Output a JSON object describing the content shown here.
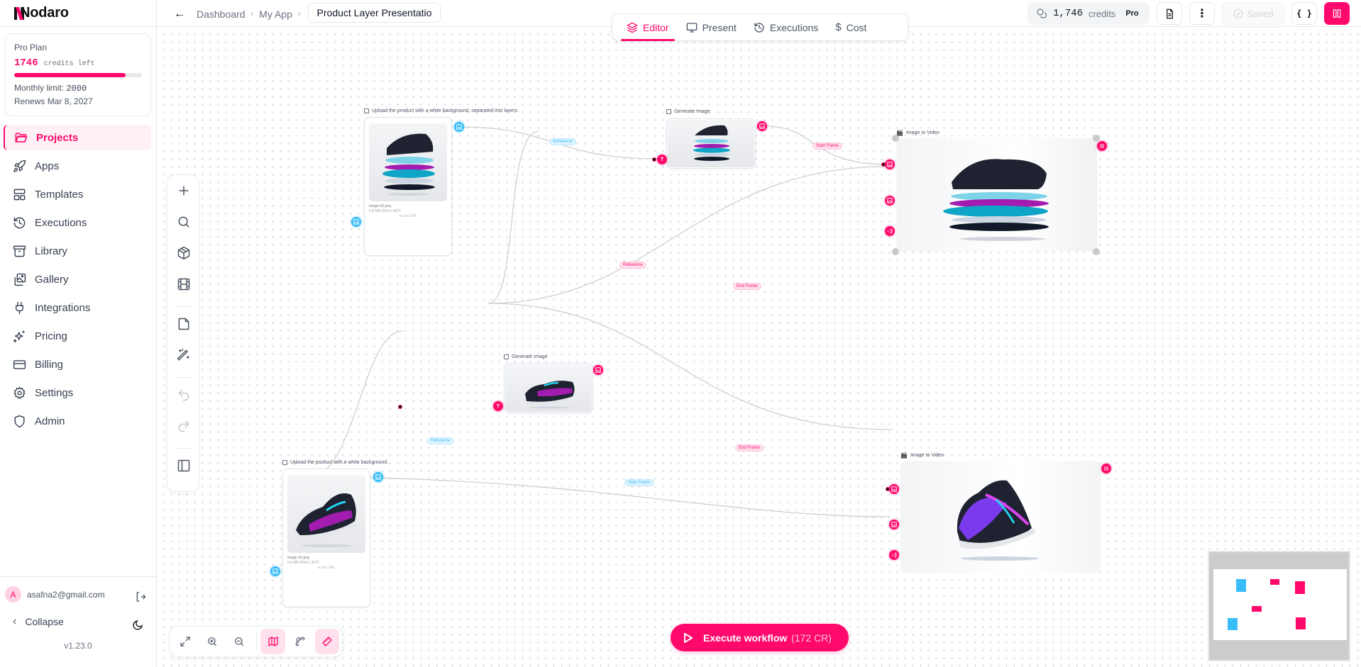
{
  "app": {
    "name": "Nodaro",
    "version": "v1.23.0"
  },
  "plan": {
    "name": "Pro Plan",
    "credits_left": "1746",
    "credits_left_label": "credits left",
    "usage_fraction": 0.873,
    "monthly_limit_label": "Monthly limit:",
    "monthly_limit": "2000",
    "renews": "Renews Mar 8, 2027"
  },
  "sidebar": {
    "items": [
      {
        "label": "Projects",
        "icon": "folder-icon",
        "active": true
      },
      {
        "label": "Apps",
        "icon": "rocket-icon"
      },
      {
        "label": "Templates",
        "icon": "layout-icon"
      },
      {
        "label": "Executions",
        "icon": "history-icon"
      },
      {
        "label": "Library",
        "icon": "archive-icon"
      },
      {
        "label": "Gallery",
        "icon": "images-icon"
      },
      {
        "label": "Integrations",
        "icon": "plug-icon"
      },
      {
        "label": "Pricing",
        "icon": "sparkles-icon"
      },
      {
        "label": "Billing",
        "icon": "credit-card-icon"
      },
      {
        "label": "Settings",
        "icon": "gear-icon"
      },
      {
        "label": "Admin",
        "icon": "shield-icon"
      }
    ],
    "user": {
      "initial": "A",
      "email": "asafna2@gmail.com"
    },
    "collapse_label": "Collapse"
  },
  "header": {
    "breadcrumbs": [
      "Dashboard",
      "My App"
    ],
    "project_title": "Product Layer Presentatio",
    "tabs": [
      {
        "label": "Editor",
        "icon": "layers-icon",
        "active": true
      },
      {
        "label": "Present",
        "icon": "monitor-icon"
      },
      {
        "label": "Executions",
        "icon": "history-icon"
      },
      {
        "label": "Cost",
        "icon": "dollar-icon"
      }
    ],
    "credits": "1,746",
    "credits_label": "credits",
    "tier": "Pro",
    "saved_label": "Saved",
    "json_label": "{ }"
  },
  "canvas": {
    "nodes": [
      {
        "id": "upload1",
        "title": "Upload the product with a white background, separated into layers.",
        "filename": "image (5).png",
        "info": "5.8 MB   5504 x 3072",
        "url_hint": "or use URL"
      },
      {
        "id": "upload2",
        "title": "Upload the product with a white background.",
        "filename": "image (4).png",
        "info": "5.8 MB   5504 x 3072",
        "url_hint": "or use URL"
      },
      {
        "id": "gen1",
        "title": "Generate Image"
      },
      {
        "id": "gen2",
        "title": "Generate Image"
      },
      {
        "id": "vid1",
        "title": "Image to Video"
      },
      {
        "id": "vid2",
        "title": "Image to Video"
      }
    ],
    "edge_labels": {
      "ref1": "Reference",
      "ref2": "Reference",
      "ref3": "Reference",
      "start1": "Start Frame",
      "start2": "Start Frame",
      "end1": "End Frame",
      "end2": "End Frame"
    },
    "text_port": "T"
  },
  "execute": {
    "label": "Execute workflow",
    "cost": "(172 CR)"
  },
  "colors": {
    "accent": "#ff0a6c",
    "input": "#38bdf8"
  }
}
